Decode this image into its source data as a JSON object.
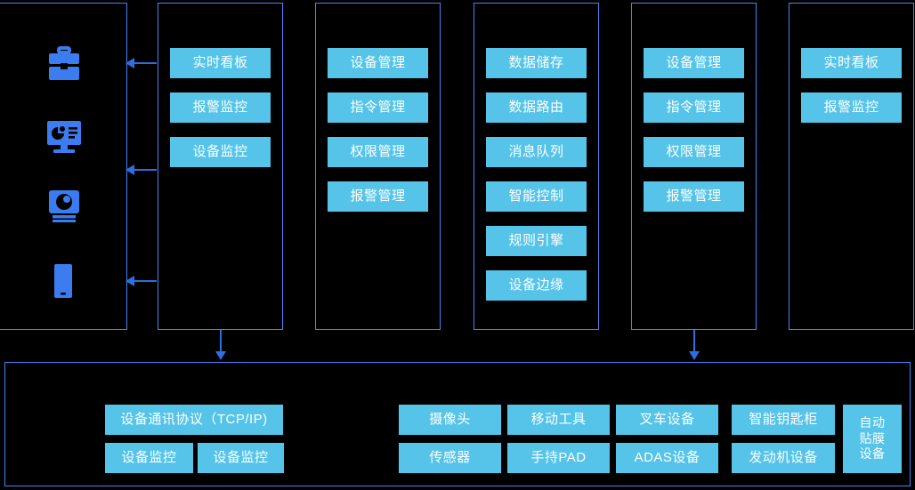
{
  "colors": {
    "background": "#000000",
    "frame_border": "#4285f4",
    "chip_fill": "#55c4e8",
    "chip_text": "#ffffff",
    "arrow": "#2f6ee0",
    "icon": "#3b7df0"
  },
  "device_rail": {
    "icons": [
      {
        "name": "toolbox-icon",
        "label": "toolbox"
      },
      {
        "name": "monitor-dashboard-icon",
        "label": "monitor"
      },
      {
        "name": "camera-icon",
        "label": "camera"
      },
      {
        "name": "mobile-phone-icon",
        "label": "mobile"
      }
    ]
  },
  "columns": [
    {
      "id": "column-1",
      "chips": []
    },
    {
      "id": "column-2",
      "chips": [
        {
          "label": "实时看板"
        },
        {
          "label": "报警监控"
        },
        {
          "label": "设备监控"
        }
      ]
    },
    {
      "id": "column-3",
      "chips": [
        {
          "label": "设备管理"
        },
        {
          "label": "指令管理"
        },
        {
          "label": "权限管理"
        },
        {
          "label": "报警管理"
        }
      ]
    },
    {
      "id": "column-4",
      "chips": [
        {
          "label": "数据储存"
        },
        {
          "label": "数据路由"
        },
        {
          "label": "消息队列"
        },
        {
          "label": "智能控制"
        },
        {
          "label": "规则引擎"
        },
        {
          "label": "设备边缘"
        }
      ]
    },
    {
      "id": "column-5",
      "chips": [
        {
          "label": "设备管理"
        },
        {
          "label": "指令管理"
        },
        {
          "label": "权限管理"
        },
        {
          "label": "报警管理"
        }
      ]
    },
    {
      "id": "column-6",
      "chips": [
        {
          "label": "实时看板"
        },
        {
          "label": "报警监控"
        }
      ]
    }
  ],
  "bottom_panel": {
    "left_group": {
      "wide_chip": {
        "label": "设备通讯协议（TCP/IP)"
      },
      "row": [
        {
          "label": "设备监控"
        },
        {
          "label": "设备监控"
        }
      ]
    },
    "right_group": {
      "row_top": [
        {
          "label": "摄像头"
        },
        {
          "label": "移动工具"
        },
        {
          "label": "叉车设备"
        },
        {
          "label": "智能钥匙柜"
        }
      ],
      "row_bottom": [
        {
          "label": "传感器"
        },
        {
          "label": "手持PAD"
        },
        {
          "label": "ADAS设备"
        },
        {
          "label": "发动机设备"
        }
      ],
      "tall_chip": {
        "line1": "自动",
        "line2": "贴膜",
        "line3": "设备"
      }
    }
  }
}
